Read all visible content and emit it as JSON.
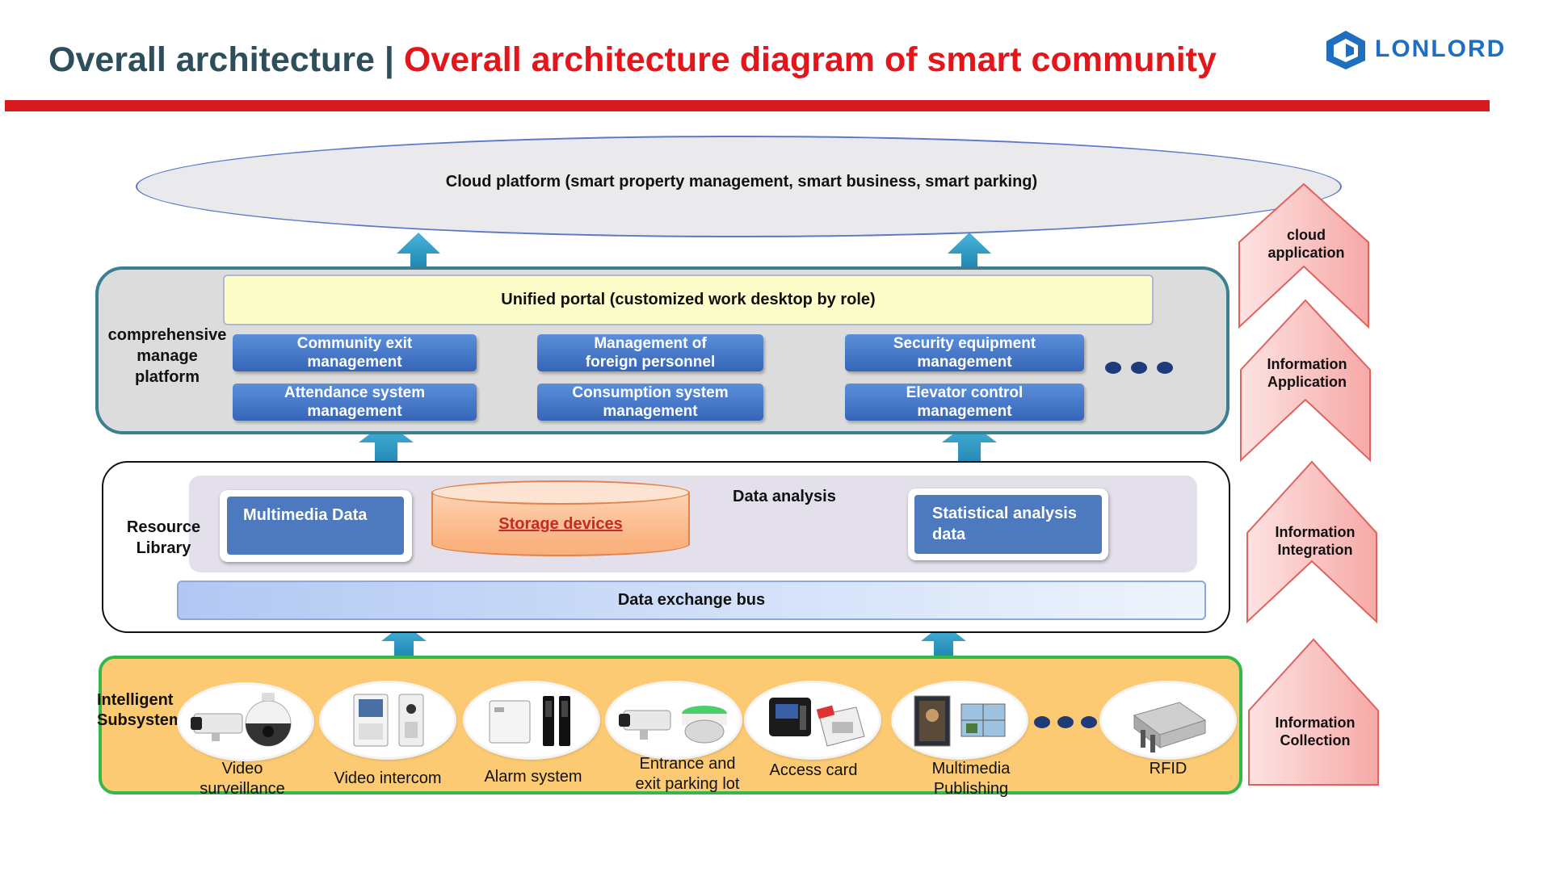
{
  "header": {
    "title_prefix": "Overall architecture | ",
    "title_highlight": "Overall architecture diagram of smart community",
    "logo_text": "LONLORD"
  },
  "cloud": {
    "label": "Cloud platform (smart property management, smart business, smart parking)"
  },
  "platform": {
    "label_lines": [
      "comprehensive",
      "manage",
      "platform"
    ],
    "portal": "Unified portal (customized work desktop by role)",
    "modules": [
      [
        "Community exit",
        "management"
      ],
      [
        "Management of",
        "foreign personnel"
      ],
      [
        "Security equipment",
        "management"
      ],
      [
        "Attendance system",
        "management"
      ],
      [
        "Consumption system",
        "management"
      ],
      [
        "Elevator control",
        "management"
      ]
    ]
  },
  "resource": {
    "label_lines": [
      "Resource",
      "Library"
    ],
    "multimedia": "Multimedia Data",
    "storage": "Storage devices",
    "analysis_label": "Data analysis",
    "statistical_lines": [
      "Statistical analysis",
      "data"
    ],
    "bus": "Data exchange bus"
  },
  "subsystem": {
    "label_lines": [
      "Intelligent",
      "Subsystem"
    ],
    "devices": [
      {
        "icon": "camera-icon",
        "label_lines": [
          "Video",
          "surveillance"
        ]
      },
      {
        "icon": "intercom-icon",
        "label_lines": [
          "Video intercom"
        ]
      },
      {
        "icon": "alarm-icon",
        "label_lines": [
          "Alarm system"
        ]
      },
      {
        "icon": "parking-camera-icon",
        "label_lines": [
          "Entrance and",
          "exit parking lot"
        ]
      },
      {
        "icon": "card-reader-icon",
        "label_lines": [
          "Access card"
        ]
      },
      {
        "icon": "display-icon",
        "label_lines": [
          "Multimedia",
          "Publishing"
        ]
      },
      {
        "icon": "rfid-reader-icon",
        "label_lines": [
          "RFID"
        ]
      }
    ]
  },
  "side_layers": [
    [
      "cloud",
      "application"
    ],
    [
      "Information",
      "Application"
    ],
    [
      "Information",
      "Integration"
    ],
    [
      "Information",
      "Collection"
    ]
  ],
  "colors": {
    "title_dark": "#2d4f5c",
    "title_red": "#e3161c",
    "arrow_blue": "#2fa3cc",
    "module_blue": "#3f72c4",
    "subsystem_fill": "#fcca72",
    "subsystem_border": "#35b84a",
    "side_arrow_fill": "#f9c8c6"
  }
}
